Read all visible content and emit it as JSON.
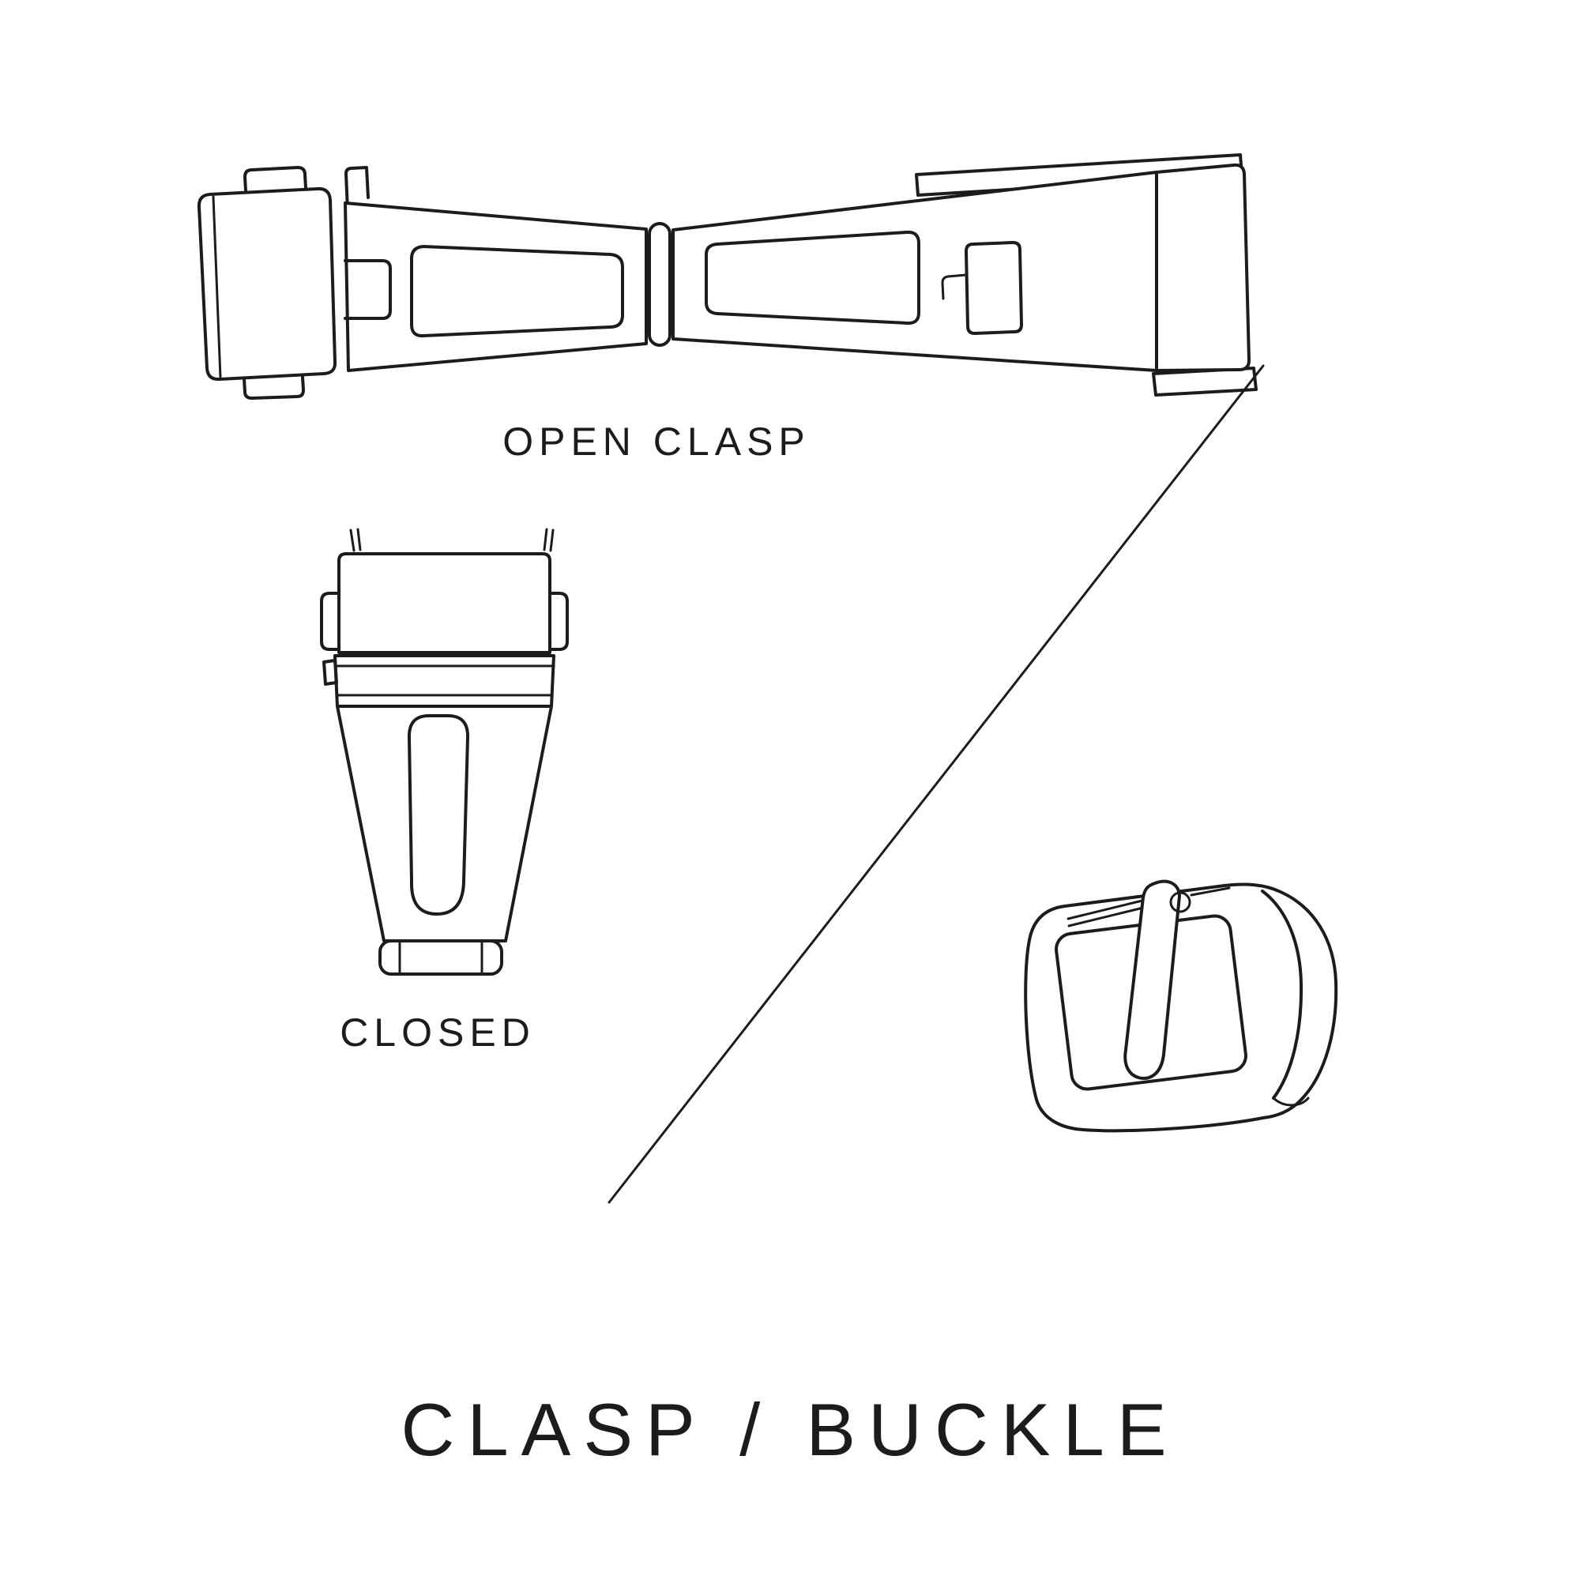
{
  "page": {
    "background_color": "#ffffff",
    "ink_color": "#1c1c1c"
  },
  "diagram": {
    "title": "CLASP / BUCKLE",
    "labels": {
      "open_clasp": "OPEN CLASP",
      "closed": "CLOSED"
    },
    "illustrations": [
      {
        "name": "open-clasp-drawing",
        "description": "deployant clasp shown open, top view"
      },
      {
        "name": "closed-clasp-drawing",
        "description": "deployant clasp shown closed, top view"
      },
      {
        "name": "tang-buckle-drawing",
        "description": "tang buckle in perspective"
      }
    ]
  }
}
